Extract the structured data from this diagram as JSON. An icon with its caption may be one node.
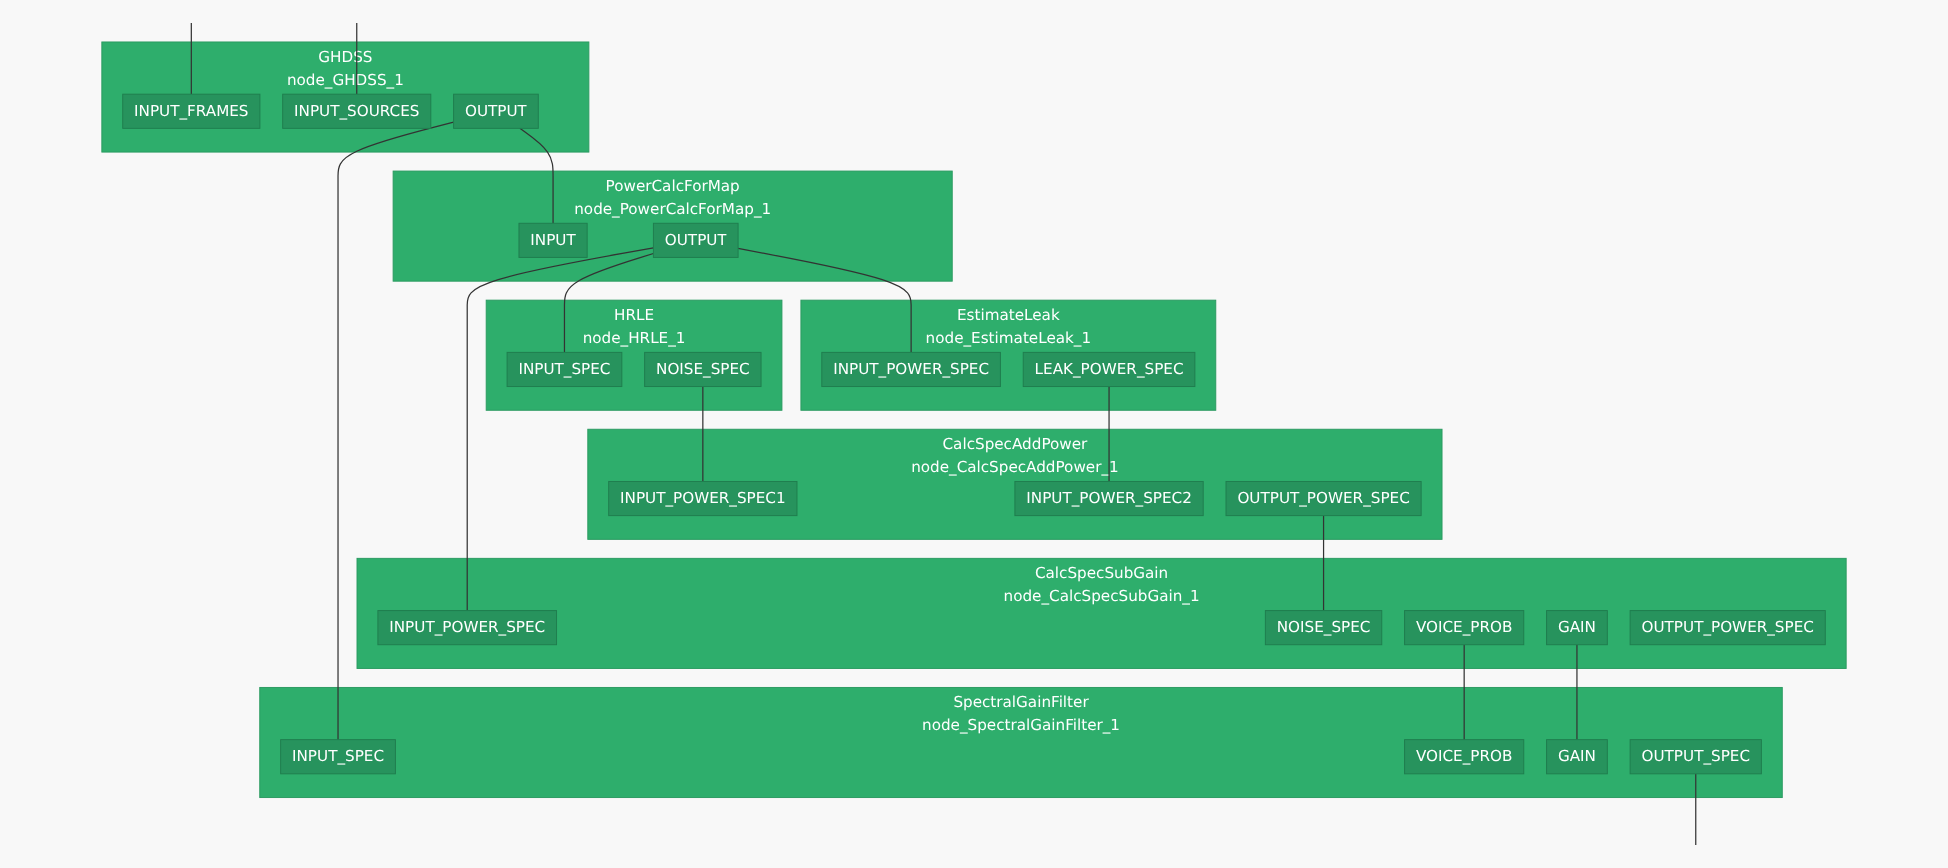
{
  "diagram": {
    "nodes": [
      {
        "text": [
          "GHDSS",
          "node_GHDSS_1"
        ]
      },
      {
        "text": [
          "INPUT_FRAMES"
        ],
        "in": 0
      },
      {
        "text": [
          "INPUT_SOURCES"
        ],
        "in": 0
      },
      {
        "text": [
          "OUTPUT"
        ],
        "in": 0
      },
      {
        "text": [
          "SpectralGainFilter",
          "node_SpectralGainFilter_1"
        ]
      },
      {
        "text": [
          "INPUT_SPEC"
        ],
        "in": 4
      },
      {
        "text": [
          "VOICE_PROB"
        ],
        "in": 4
      },
      {
        "text": [
          "GAIN"
        ],
        "in": 4
      },
      {
        "text": [
          "OUTPUT_SPEC"
        ],
        "in": 4
      },
      {
        "text": [
          "CalcSpecSubGain",
          "node_CalcSpecSubGain_1"
        ]
      },
      {
        "text": [
          "INPUT_POWER_SPEC"
        ],
        "in": 9
      },
      {
        "text": [
          "NOISE_SPEC"
        ],
        "in": 9
      },
      {
        "text": [
          "VOICE_PROB"
        ],
        "in": 9
      },
      {
        "text": [
          "GAIN"
        ],
        "in": 9
      },
      {
        "text": [
          "OUTPUT_POWER_SPEC"
        ],
        "in": 9
      },
      {
        "text": [
          "PowerCalcForMap",
          "node_PowerCalcForMap_1"
        ]
      },
      {
        "text": [
          "INPUT"
        ],
        "in": 15
      },
      {
        "text": [
          "OUTPUT"
        ],
        "in": 15
      },
      {
        "text": [
          "HRLE",
          "node_HRLE_1"
        ]
      },
      {
        "text": [
          "INPUT_SPEC"
        ],
        "in": 18
      },
      {
        "text": [
          "NOISE_SPEC"
        ],
        "in": 18
      },
      {
        "text": [
          "CalcSpecAddPower",
          "node_CalcSpecAddPower_1"
        ]
      },
      {
        "text": [
          "INPUT_POWER_SPEC1"
        ],
        "in": 21
      },
      {
        "text": [
          "INPUT_POWER_SPEC2"
        ],
        "in": 21
      },
      {
        "text": [
          "OUTPUT_POWER_SPEC"
        ],
        "in": 21
      },
      {
        "text": [
          "EstimateLeak",
          "node_EstimateLeak_1"
        ]
      },
      {
        "text": [
          "INPUT_POWER_SPEC"
        ],
        "in": 25
      },
      {
        "text": [
          "LEAK_POWER_SPEC"
        ],
        "in": 25
      }
    ],
    "edges": [
      {
        "from": null,
        "to": 1,
        "arrow": "none"
      },
      {
        "from": null,
        "to": 2,
        "arrow": "none"
      },
      {
        "from": 3,
        "to": 5,
        "arrow": "none"
      },
      {
        "from": 3,
        "to": 16,
        "arrow": "none"
      },
      {
        "from": 17,
        "to": 10,
        "arrow": "none"
      },
      {
        "from": 17,
        "to": 19,
        "arrow": "none"
      },
      {
        "from": 17,
        "to": 26,
        "arrow": "none"
      },
      {
        "from": 20,
        "to": 22,
        "arrow": "none"
      },
      {
        "from": 27,
        "to": 23,
        "arrow": "none"
      },
      {
        "from": 24,
        "to": 11,
        "arrow": "none"
      },
      {
        "from": 12,
        "to": 6,
        "arrow": "none"
      },
      {
        "from": 13,
        "to": 7,
        "arrow": "none"
      },
      {
        "from": 8,
        "to": null,
        "arrow": "none"
      }
    ]
  }
}
